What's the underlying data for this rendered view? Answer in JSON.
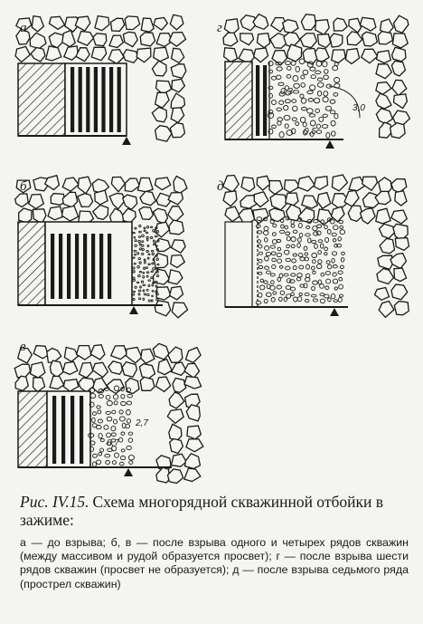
{
  "panels": [
    {
      "label": "а",
      "state": "before"
    },
    {
      "label": "б",
      "state": "after-1"
    },
    {
      "label": "в",
      "state": "after-4"
    },
    {
      "label": "г",
      "state": "after-6"
    },
    {
      "label": "д",
      "state": "after-7"
    }
  ],
  "dimension_labels": {
    "v": [
      "2,7",
      "0,7"
    ],
    "g": [
      "3,0",
      "0,3",
      "0,5"
    ]
  },
  "caption": {
    "number": "Рис. IV.15.",
    "title": "Схема многорядной скважинной отбойки в зажиме:",
    "legend": "а — до взрыва; б, в — после взрыва одного и четырех рядов скважин (между массивом и рудой образуется просвет); г — после взрыва шести рядов скважин (просвет не образуется); д — после взрыва седьмого ряда (прострел скважин)"
  },
  "colors": {
    "ink": "#1a1a1a",
    "paper": "#f4f4f1"
  }
}
